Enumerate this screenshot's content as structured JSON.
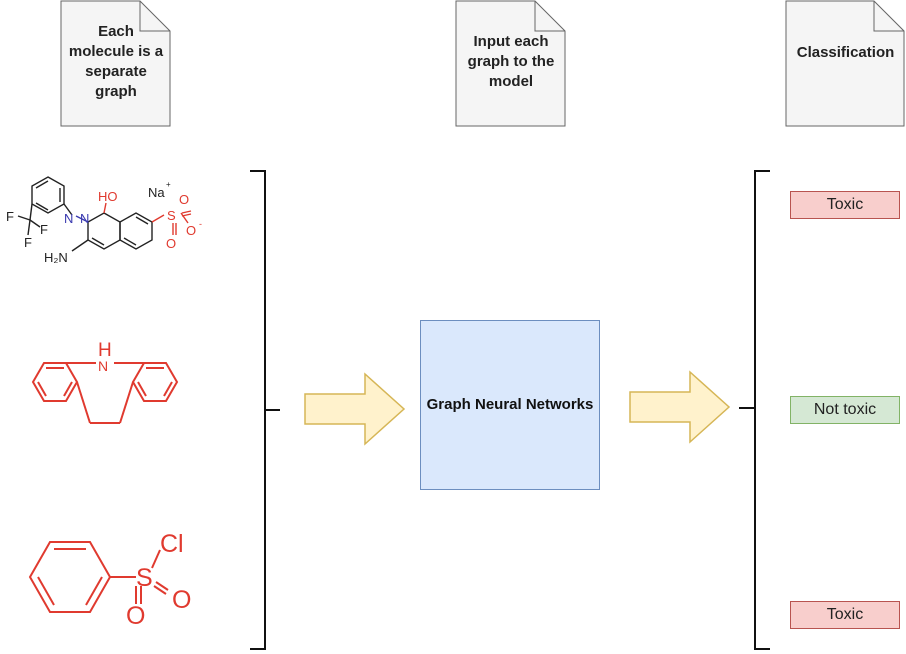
{
  "docs": {
    "left": "Each molecule is a separate graph",
    "middle": "Input each graph to the model",
    "right": "Classification"
  },
  "model": {
    "label": "Graph Neural Networks"
  },
  "classifications": [
    "Toxic",
    "Not toxic",
    "Toxic"
  ],
  "molecules": {
    "m1": {
      "na": "Na",
      "na_charge": "+",
      "f1": "F",
      "f2": "F",
      "f3": "F",
      "n1": "N",
      "n2": "N",
      "ho": "HO",
      "h2n": "H₂N",
      "s": "S",
      "o1": "O",
      "o2": "O",
      "o_minus": "O",
      "minus": "-"
    },
    "m2": {
      "nh": "H",
      "n": "N"
    },
    "m3": {
      "cl": "Cl",
      "s": "S",
      "o1": "O",
      "o2": "O"
    }
  },
  "colors": {
    "model_fill": "#dae8fc",
    "model_stroke": "#6c8ebf",
    "arrow_fill": "#fff2cc",
    "arrow_stroke": "#d6b656",
    "toxic_fill": "#f8cecc",
    "nontoxic_fill": "#d5e8d4",
    "heteroatom": "#e03a2f"
  }
}
